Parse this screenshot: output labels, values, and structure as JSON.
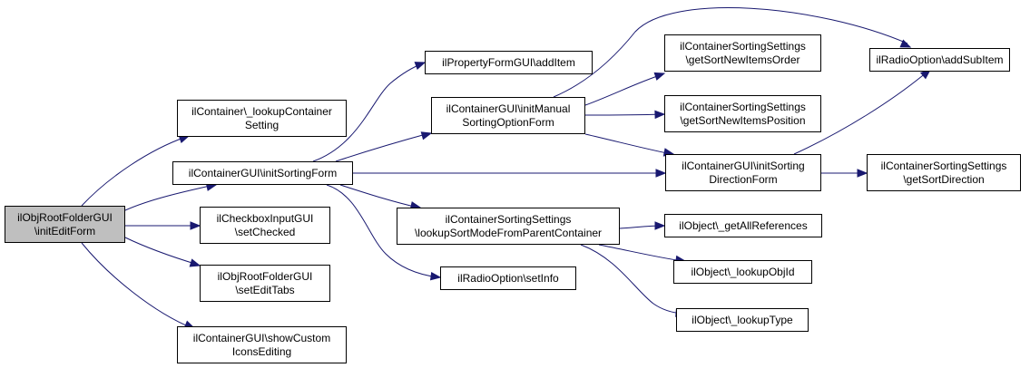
{
  "nodes": {
    "root": [
      "ilObjRootFolderGUI",
      "\\initEditForm"
    ],
    "lookup_container": [
      "ilContainer\\_lookupContainer",
      "Setting"
    ],
    "init_sorting_form": [
      "ilContainerGUI\\initSortingForm"
    ],
    "checkbox_set_checked": [
      "ilCheckboxInputGUI",
      "\\setChecked"
    ],
    "set_edit_tabs": [
      "ilObjRootFolderGUI",
      "\\setEditTabs"
    ],
    "show_custom_icons": [
      "ilContainerGUI\\showCustom",
      "IconsEditing"
    ],
    "property_add_item": [
      "ilPropertyFormGUI\\addItem"
    ],
    "init_manual_sorting": [
      "ilContainerGUI\\initManual",
      "SortingOptionForm"
    ],
    "lookup_sort_mode": [
      "ilContainerSortingSettings",
      "\\lookupSortModeFromParentContainer"
    ],
    "radio_set_info": [
      "ilRadioOption\\setInfo"
    ],
    "get_sort_new_items_order": [
      "ilContainerSortingSettings",
      "\\getSortNewItemsOrder"
    ],
    "get_sort_new_items_position": [
      "ilContainerSortingSettings",
      "\\getSortNewItemsPosition"
    ],
    "init_sorting_direction": [
      "ilContainerGUI\\initSorting",
      "DirectionForm"
    ],
    "get_all_references": [
      "ilObject\\_getAllReferences"
    ],
    "lookup_obj_id": [
      "ilObject\\_lookupObjId"
    ],
    "lookup_type": [
      "ilObject\\_lookupType"
    ],
    "radio_add_sub_item": [
      "ilRadioOption\\addSubItem"
    ],
    "get_sort_direction": [
      "ilContainerSortingSettings",
      "\\getSortDirection"
    ]
  },
  "colors": {
    "edge": "#191970",
    "root_fill": "#bfbfbf",
    "node_fill": "#ffffff",
    "border": "#000000"
  }
}
